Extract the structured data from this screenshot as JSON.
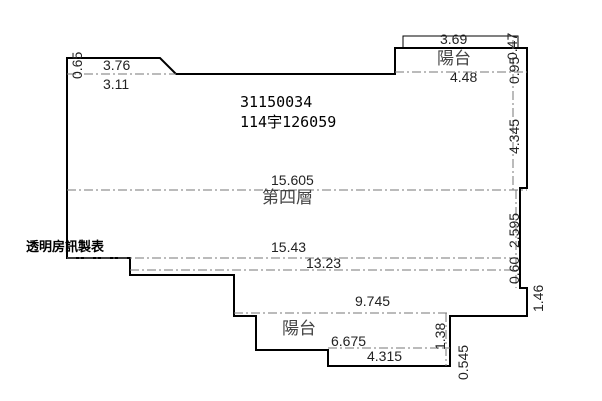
{
  "building": {
    "id_number": "31150034",
    "permit_number": "114宇126059",
    "floor_label": "第四層",
    "balcony_top_label": "陽台",
    "balcony_bottom_label": "陽台",
    "watermark": "透明房訊製表"
  },
  "dimensions": {
    "top_left_vertical": "0.65",
    "top_left_width": "3.76",
    "top_left_lower_width": "3.11",
    "balcony_top_width": "3.69",
    "balcony_top_depth": "0.47",
    "right_upper_vertical": "0.95",
    "balcony_top_lower_width": "4.48",
    "right_mid_vertical": "4.345",
    "overall_width": "15.605",
    "right_lower_vertical": "2.595",
    "mid_width": "15.43",
    "step_width": "13.23",
    "right_step_vertical": "0.60",
    "far_right_vertical": "1.46",
    "lower_width": "9.745",
    "balcony_bottom_vertical": "1.38",
    "balcony_bottom_width": "6.675",
    "balcony_bottom_lower_width": "4.315",
    "bottom_vertical": "0.545"
  }
}
